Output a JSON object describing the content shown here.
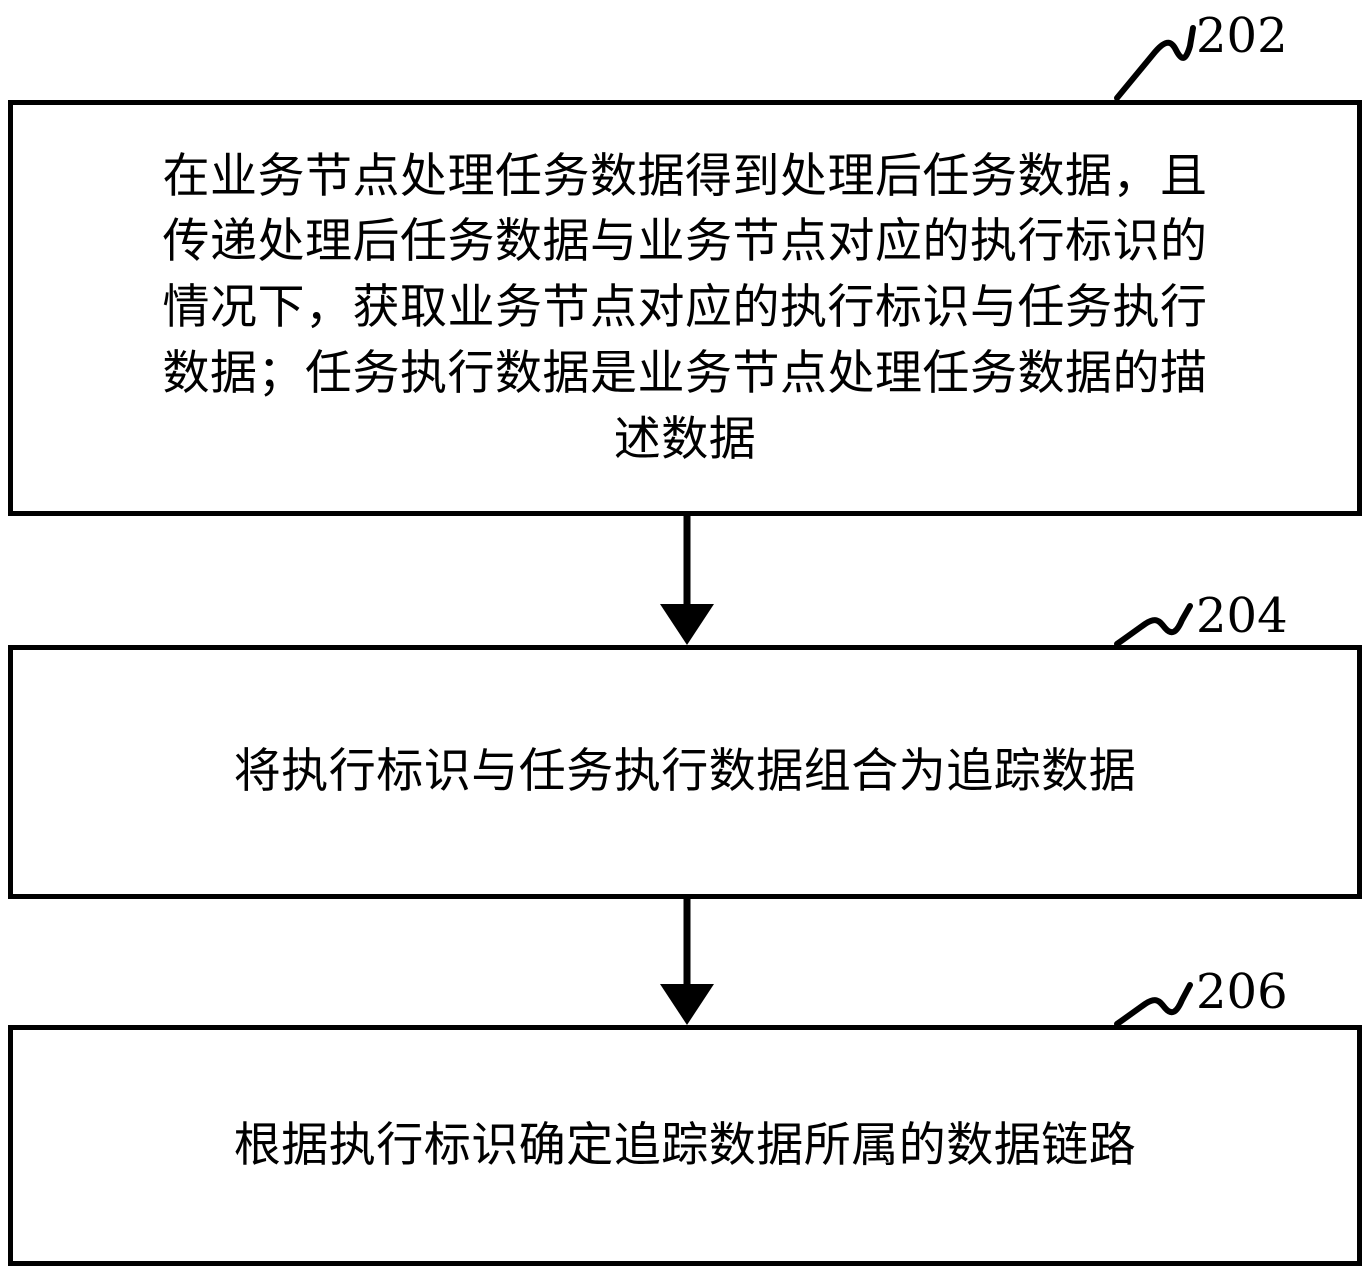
{
  "figure": {
    "type": "patent-flowchart",
    "orientation": "vertical",
    "background_color": "#ffffff",
    "line_color": "#000000"
  },
  "steps": [
    {
      "ref": "202",
      "text": "在业务节点处理任务数据得到处理后任务数据，且\n传递处理后任务数据与业务节点对应的执行标识的\n情况下，获取业务节点对应的执行标识与任务执行\n数据；任务执行数据是业务节点处理任务数据的描\n述数据"
    },
    {
      "ref": "204",
      "text": "将执行标识与任务执行数据组合为追踪数据"
    },
    {
      "ref": "206",
      "text": "根据执行标识确定追踪数据所属的数据链路"
    }
  ],
  "connectors": [
    {
      "from_ref": "202",
      "to_ref": "204",
      "arrowhead": "solid-triangle"
    },
    {
      "from_ref": "204",
      "to_ref": "206",
      "arrowhead": "solid-triangle"
    }
  ]
}
